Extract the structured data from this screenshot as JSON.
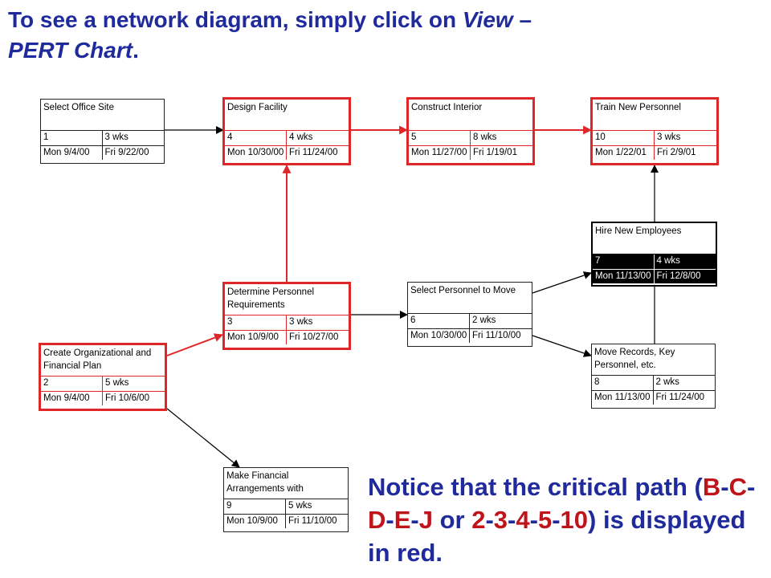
{
  "header": {
    "text_prefix": "To see a network diagram, simply click on ",
    "menu_view": "View",
    "separator": " – ",
    "menu_pert": "PERT Chart",
    "period": "."
  },
  "footer_note": {
    "part1": "Notice that the critical path (",
    "path_letters": [
      "B",
      "C",
      "D",
      "E",
      "J"
    ],
    "mid": " or ",
    "path_numbers": [
      "2",
      "3",
      "4",
      "5",
      "10"
    ],
    "part2": ") is displayed in red."
  },
  "colors": {
    "critical": "#e02727",
    "normal": "#222222",
    "text_blue": "#1f2a9c",
    "text_red": "#c0141b"
  },
  "tasks": {
    "select_office_site": {
      "name": "Select Office Site",
      "id": "1",
      "duration": "3 wks",
      "start": "Mon 9/4/00",
      "finish": "Fri 9/22/00",
      "critical": false
    },
    "design_facility": {
      "name": "Design Facility",
      "id": "4",
      "duration": "4 wks",
      "start": "Mon 10/30/00",
      "finish": "Fri 11/24/00",
      "critical": true
    },
    "construct_interior": {
      "name": "Construct Interior",
      "id": "5",
      "duration": "8 wks",
      "start": "Mon 11/27/00",
      "finish": "Fri 1/19/01",
      "critical": true
    },
    "train_new_personnel": {
      "name": "Train New Personnel",
      "id": "10",
      "duration": "3 wks",
      "start": "Mon 1/22/01",
      "finish": "Fri 2/9/01",
      "critical": true
    },
    "hire_new_employees": {
      "name": "Hire New Employees",
      "id": "7",
      "duration": "4 wks",
      "start": "Mon 11/13/00",
      "finish": "Fri 12/8/00",
      "critical": false
    },
    "determine_personnel_requirements": {
      "name": "Determine Personnel Requirements",
      "id": "3",
      "duration": "3 wks",
      "start": "Mon 10/9/00",
      "finish": "Fri 10/27/00",
      "critical": true
    },
    "select_personnel_to_move": {
      "name": "Select Personnel to Move",
      "id": "6",
      "duration": "2 wks",
      "start": "Mon 10/30/00",
      "finish": "Fri 11/10/00",
      "critical": false
    },
    "create_organizational_plan": {
      "name": "Create Organizational and Financial Plan",
      "id": "2",
      "duration": "5 wks",
      "start": "Mon 9/4/00",
      "finish": "Fri 10/6/00",
      "critical": true
    },
    "move_records": {
      "name": "Move Records, Key Personnel, etc.",
      "id": "8",
      "duration": "2 wks",
      "start": "Mon 11/13/00",
      "finish": "Fri 11/24/00",
      "critical": false
    },
    "make_financial_arrangements": {
      "name": "Make Financial Arrangements with",
      "id": "9",
      "duration": "5 wks",
      "start": "Mon 10/9/00",
      "finish": "Fri 11/10/00",
      "critical": false
    }
  }
}
